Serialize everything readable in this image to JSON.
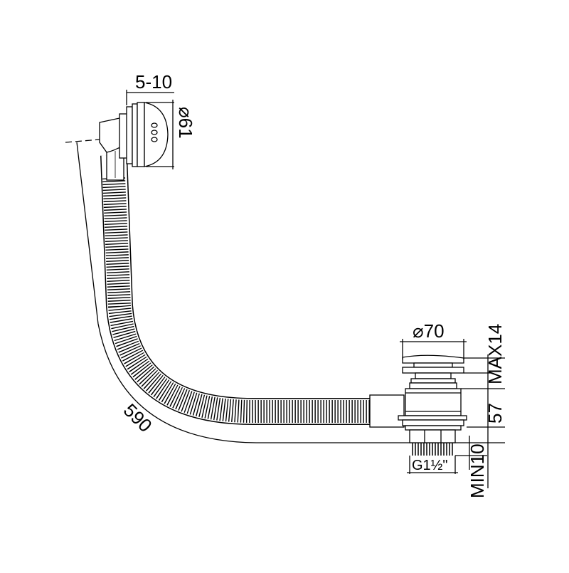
{
  "dimensions": {
    "overflow_depth": "5-10",
    "overflow_diameter": "⌀61",
    "waste_diameter": "⌀70",
    "max_height": "MAX14",
    "body_height": "57",
    "min_height": "MIN10",
    "thread": "G1½\"",
    "cable_length": "590"
  }
}
